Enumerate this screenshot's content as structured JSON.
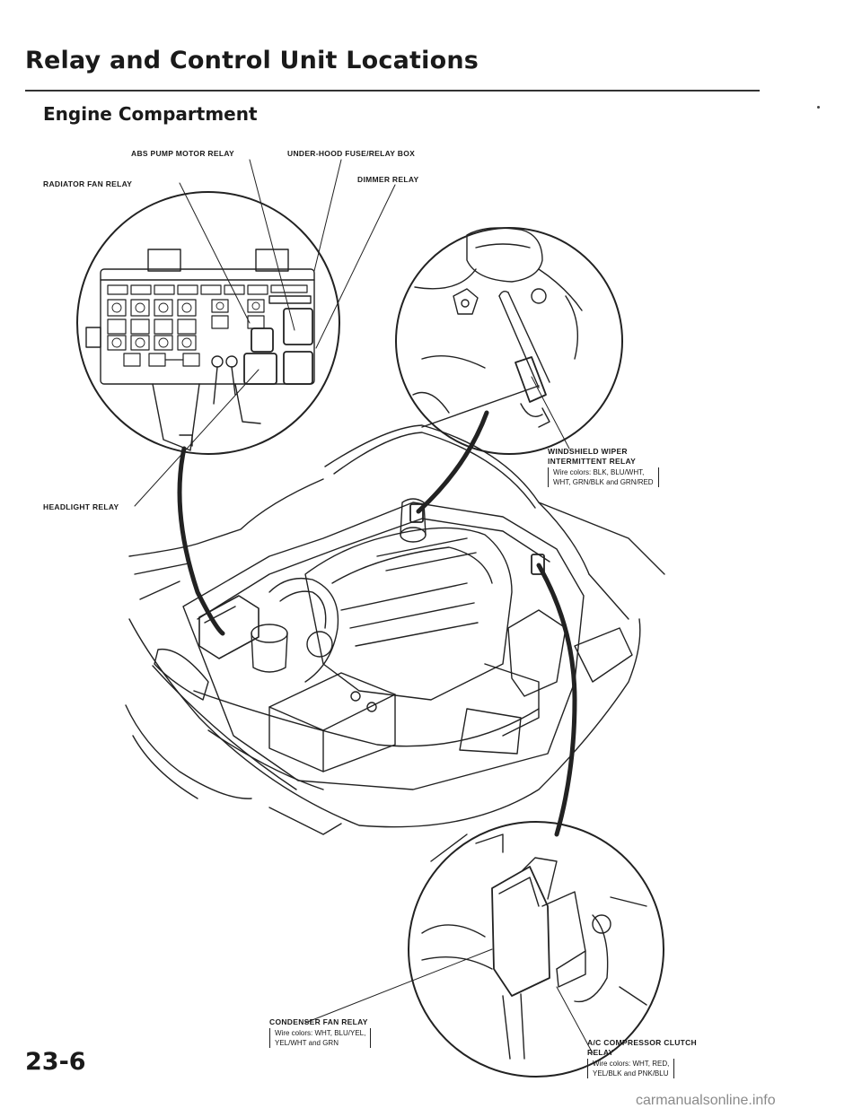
{
  "page": {
    "title": "Relay and Control Unit Locations",
    "subtitle": "Engine Compartment",
    "page_number": "23-6",
    "watermark": "carmanualsonline.info"
  },
  "labels": {
    "abs_pump_motor_relay": "ABS PUMP MOTOR RELAY",
    "under_hood_fuse_relay_box": "UNDER-HOOD FUSE/RELAY BOX",
    "radiator_fan_relay": "RADIATOR FAN RELAY",
    "dimmer_relay": "DIMMER RELAY",
    "headlight_relay": "HEADLIGHT RELAY",
    "windshield_wiper_line1": "WINDSHIELD WIPER",
    "windshield_wiper_line2": "INTERMITTENT RELAY",
    "windshield_wire_line1": "Wire colors: BLK, BLU/WHT,",
    "windshield_wire_line2": "WHT, GRN/BLK and GRN/RED",
    "condenser_fan_relay": "CONDENSER FAN RELAY",
    "condenser_wire_line1": "Wire colors: WHT, BLU/YEL,",
    "condenser_wire_line2": "YEL/WHT and GRN",
    "ac_compressor_line1": "A/C COMPRESSOR CLUTCH",
    "ac_compressor_line2": "RELAY",
    "ac_wire_line1": "Wire colors: WHT, RED,",
    "ac_wire_line2": "YEL/BLK and PNK/BLU"
  }
}
